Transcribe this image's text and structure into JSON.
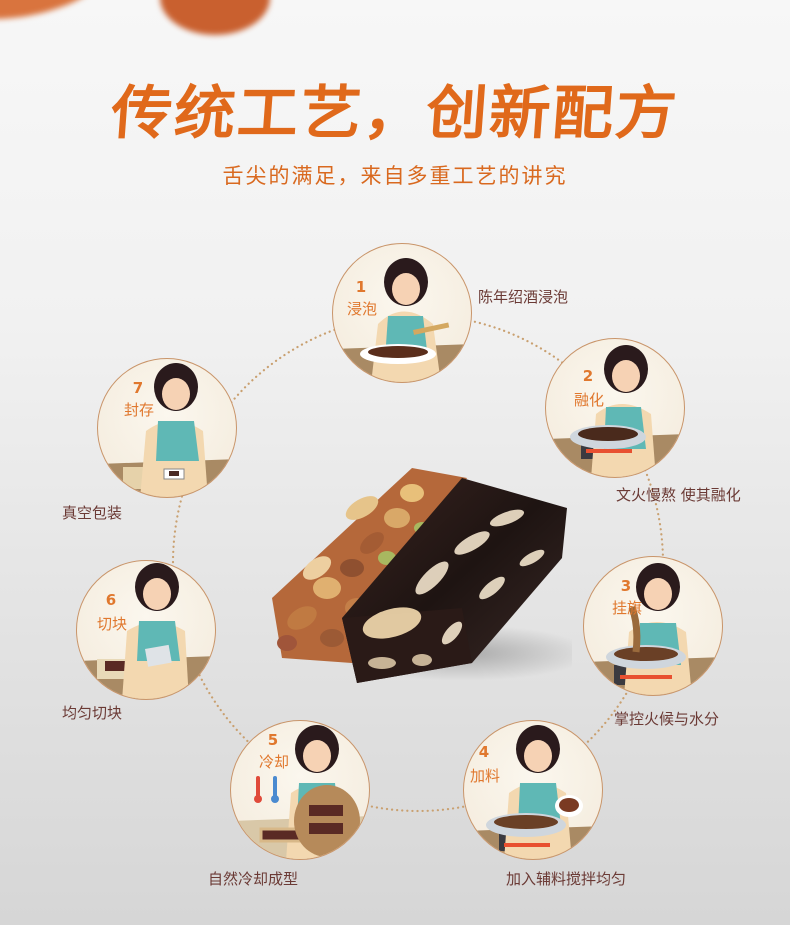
{
  "header": {
    "title": "传统工艺，创新配方",
    "subtitle": "舌尖的满足，来自多重工艺的讲究"
  },
  "colors": {
    "title": "#e0691b",
    "step_label": "#e0782e",
    "caption": "#6b3a35",
    "circle_border": "#c9956a",
    "dotted_ring": "#c9a070",
    "dress": "#5fb8b5"
  },
  "center_product": {
    "icon": "nougat-bar-image",
    "description": "nut and chocolate nougat bar"
  },
  "steps": [
    {
      "num": "1",
      "name": "浸泡",
      "caption": "陈年绍酒浸泡",
      "scene": "bowl-stirring"
    },
    {
      "num": "2",
      "name": "融化",
      "caption": "文火慢熬  使其融化",
      "scene": "wok-on-stove"
    },
    {
      "num": "3",
      "name": "挂旗",
      "caption": "掌控火候与水分",
      "scene": "lifting-spatula"
    },
    {
      "num": "4",
      "name": "加料",
      "caption": "加入辅料搅拌均匀",
      "scene": "adding-ingredients"
    },
    {
      "num": "5",
      "name": "冷却",
      "caption": "自然冷却成型",
      "scene": "cooling-tray"
    },
    {
      "num": "6",
      "name": "切块",
      "caption": "均匀切块",
      "scene": "cutting-block"
    },
    {
      "num": "7",
      "name": "封存",
      "caption": "真空包装",
      "scene": "vacuum-packing"
    }
  ]
}
